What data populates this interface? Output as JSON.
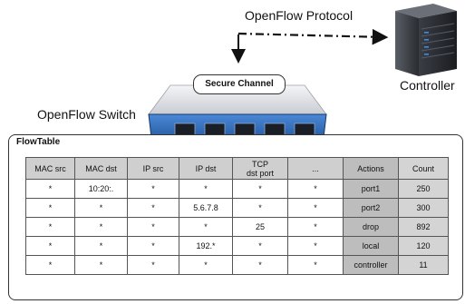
{
  "labels": {
    "protocol": "OpenFlow Protocol",
    "controller": "Controller",
    "switch": "OpenFlow Switch",
    "secure_channel": "Secure Channel"
  },
  "flowtable": {
    "title": "FlowTable",
    "headers": [
      "MAC src",
      "MAC dst",
      "IP src",
      "IP dst",
      "TCP\ndst port",
      "...",
      "Actions",
      "Count"
    ],
    "rows": [
      [
        "*",
        "10:20:.",
        "*",
        "*",
        "*",
        "*",
        "port1",
        "250"
      ],
      [
        "*",
        "*",
        "*",
        "5.6.7.8",
        "*",
        "*",
        "port2",
        "300"
      ],
      [
        "*",
        "*",
        "*",
        "*",
        "25",
        "*",
        "drop",
        "892"
      ],
      [
        "*",
        "*",
        "*",
        "192.*",
        "*",
        "*",
        "local",
        "120"
      ],
      [
        "*",
        "*",
        "*",
        "*",
        "*",
        "*",
        "controller",
        "11"
      ]
    ]
  },
  "colors": {
    "switch_front": "#2e6fc0",
    "action_column": "#bdbdbd",
    "count_column": "#d4d4d4",
    "server_led": "#3a8fe0"
  },
  "icons": [
    "openflow-switch-icon",
    "controller-server-icon"
  ]
}
